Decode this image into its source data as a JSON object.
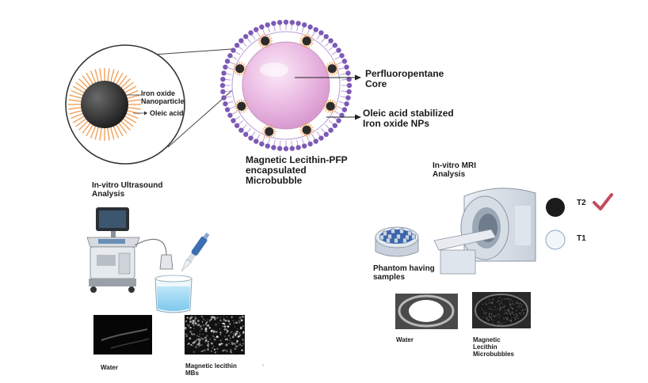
{
  "labels": {
    "iron_oxide_nanoparticle": [
      "Iron oxide",
      "Nanoparticle"
    ],
    "oleic_acid": "Oleic acid",
    "pfp_core": [
      "Perfluoropentane",
      "Core"
    ],
    "oleic_stabilized": [
      "Oleic acid stabilized",
      "Iron oxide NPs"
    ],
    "microbubble_title": [
      "Magnetic Lecithin-PFP",
      "encapsulated",
      "Microbubble"
    ],
    "ultrasound_title": [
      "In-vitro Ultrasound",
      "Analysis"
    ],
    "mri_title": [
      "In-vitro MRI",
      "Analysis"
    ],
    "t2": "T2",
    "t1": "T1",
    "phantom": [
      "Phantom having",
      "samples"
    ],
    "us_water": "Water",
    "us_mbs": [
      "Magnetic lecithin",
      "MBs"
    ],
    "mri_water": "Water",
    "mri_mbs": [
      "Magnetic",
      "Lecithin",
      "Microbubbles"
    ]
  },
  "colors": {
    "shell_purple": "#7d5ab5",
    "core_pink": "#e8b8e0",
    "oleic_orange": "#f0a25a",
    "np_dark": "#2b2b2b",
    "check_red": "#c44a5c"
  }
}
